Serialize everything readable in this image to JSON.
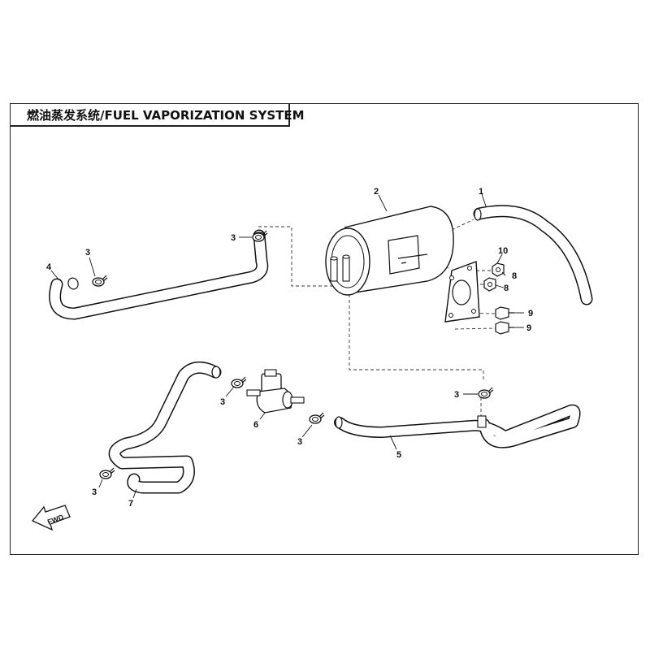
{
  "title": "燃油蒸发系统/FUEL VAPORIZATION SYSTEM",
  "direction_label": "FWD",
  "callouts": [
    {
      "id": "c1",
      "text": "1"
    },
    {
      "id": "c2",
      "text": "2"
    },
    {
      "id": "c3a",
      "text": "3"
    },
    {
      "id": "c3b",
      "text": "3"
    },
    {
      "id": "c3c",
      "text": "3"
    },
    {
      "id": "c3d",
      "text": "3"
    },
    {
      "id": "c3e",
      "text": "3"
    },
    {
      "id": "c3f",
      "text": "3"
    },
    {
      "id": "c4",
      "text": "4"
    },
    {
      "id": "c5",
      "text": "5"
    },
    {
      "id": "c6",
      "text": "6"
    },
    {
      "id": "c7",
      "text": "7"
    },
    {
      "id": "c8a",
      "text": "8"
    },
    {
      "id": "c8b",
      "text": "8"
    },
    {
      "id": "c9a",
      "text": "9"
    },
    {
      "id": "c9b",
      "text": "9"
    },
    {
      "id": "c10",
      "text": "10"
    }
  ]
}
